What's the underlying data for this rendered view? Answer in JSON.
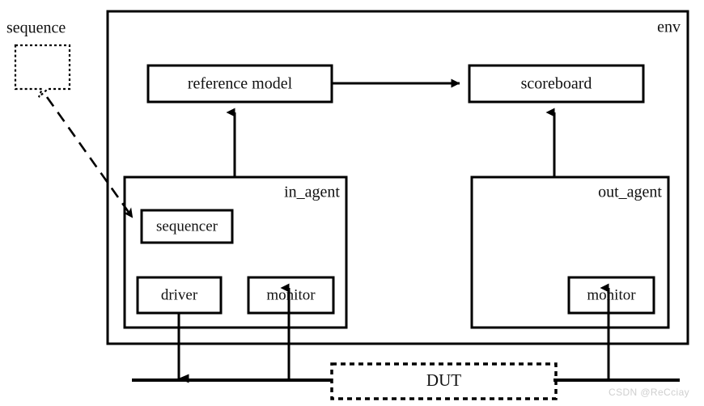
{
  "diagram": {
    "title": "UVM verification environment block diagram",
    "colors": {
      "stroke": "#000000",
      "background": "#ffffff",
      "watermark": "#cfcfcf"
    },
    "containers": [
      {
        "id": "env",
        "label": "env"
      },
      {
        "id": "in_agent",
        "label": "in_agent"
      },
      {
        "id": "out_agent",
        "label": "out_agent"
      }
    ],
    "blocks": [
      {
        "id": "reference_model",
        "label": "reference model"
      },
      {
        "id": "scoreboard",
        "label": "scoreboard"
      },
      {
        "id": "sequencer",
        "label": "sequencer"
      },
      {
        "id": "driver",
        "label": "driver"
      },
      {
        "id": "in_monitor",
        "label": "monitor"
      },
      {
        "id": "out_monitor",
        "label": "monitor"
      },
      {
        "id": "dut",
        "label": "DUT"
      }
    ],
    "free_labels": [
      {
        "id": "sequence",
        "label": "sequence"
      }
    ],
    "connections": [
      {
        "from": "reference model",
        "to": "scoreboard"
      },
      {
        "from": "in_agent",
        "to": "reference model"
      },
      {
        "from": "out_agent",
        "to": "scoreboard"
      },
      {
        "from": "sequence",
        "to": "sequencer"
      },
      {
        "from": "driver",
        "to": "DUT input bus"
      },
      {
        "from": "DUT input bus",
        "to": "in_agent monitor"
      },
      {
        "from": "DUT output bus",
        "to": "out_agent monitor"
      }
    ],
    "watermark": "CSDN @ReCciay"
  }
}
